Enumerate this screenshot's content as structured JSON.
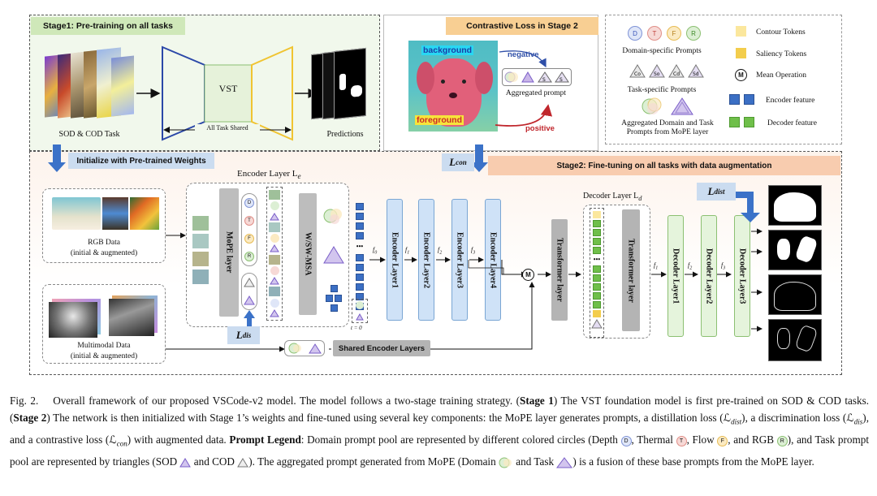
{
  "stage1": {
    "title": "Stage1: Pre-training on all tasks",
    "vst_label": "VST",
    "input_caption": "SOD & COD Task",
    "shared_label": "All Task Shared",
    "predictions_label": "Predictions"
  },
  "contrastive": {
    "title": "Contrastive Loss in Stage 2",
    "background_label": "background",
    "foreground_label": "foreground",
    "negative_label": "negative",
    "positive_label": "positive",
    "aggregated_label": "Aggregated prompt",
    "loss_con": "L",
    "loss_con_sub": "con"
  },
  "legend": {
    "domain_prompts": "Domain-specific Prompts",
    "task_prompts": "Task-specific Prompts",
    "aggregated": "Aggregated Domain and Task Prompts from MoPE layer",
    "contour_tokens": "Contour Tokens",
    "saliency_tokens": "Saliency Tokens",
    "mean_op": "Mean Operation",
    "encoder_feature": "Encoder feature",
    "decoder_feature": "Decoder feature",
    "domain_letters": [
      "D",
      "T",
      "F",
      "R"
    ],
    "task_letters": [
      "Co",
      "So",
      "Cd",
      "Sd"
    ],
    "mean_symbol": "M",
    "colors": {
      "depth": "#dfe6f8",
      "thermal": "#f7d9d6",
      "flow": "#fbeac2",
      "rgb": "#dcefd4",
      "contour": "#fbe79d",
      "saliency": "#f3cd4c"
    }
  },
  "stage2": {
    "init_label": "Initialize with Pre-trained Weights",
    "title": "Stage2: Fine-tuning on all tasks  with data augmentation",
    "encoder_layer_title": "Encoder Layer L",
    "encoder_layer_sub": "e",
    "decoder_layer_title": "Decoder Layer L",
    "decoder_layer_sub": "d",
    "rgb_caption_1": "RGB Data",
    "rgb_caption_2": "(initial & augmented)",
    "mm_caption_1": "Multimodal Data",
    "mm_caption_2": "(initial & augmented)",
    "mope_label": "MoPE layer",
    "wsw_label": "W/SW-MSA",
    "shared_encoder": "Shared Encoder Layers",
    "t0": "t = 0",
    "loss_dis": "L",
    "loss_dis_sub": "dis",
    "loss_dist": "L",
    "loss_dist_sub": "dist",
    "encoders": [
      "Encoder Layer1",
      "Encoder Layer2",
      "Encoder Layer3",
      "Encoder Layer4"
    ],
    "enc_feats": [
      "f",
      "f",
      "f",
      "f"
    ],
    "transformer": "Transformer layer",
    "decoders": [
      "Decoder Layer1",
      "Decoder Layer2",
      "Decoder Layer3"
    ],
    "mean_symbol": "M",
    "ellipsis": "•••"
  },
  "caption": {
    "fig": "Fig. 2.",
    "line1": "Overall framework of our proposed VSCode-v2 model. The model follows a two-stage training strategy. (",
    "s1": "Stage 1",
    "line1b": ") The VST foundation model is first pre-trained on SOD & COD tasks. (",
    "s2": "Stage 2",
    "line2": ") The network is then initialized with Stage 1’s weights and fine-tuned using several key components: the MoPE layer generates prompts, a distillation loss (ℒ",
    "dist": "dist",
    "p1": "), a discrimination loss (ℒ",
    "dis": "dis",
    "p2": "), and a contrastive loss (ℒ",
    "con": "con",
    "p3": ") with augmented data. ",
    "pl": "Prompt Legend",
    "p4": ": Domain prompt pool are represented by different colored circles (Depth ",
    "p5": ", Thermal ",
    "p6": ", Flow ",
    "p7": ", and RGB ",
    "p8": "), and Task prompt pool are represented by triangles (SOD ",
    "p9": " and COD ",
    "p10": "). The aggregated prompt generated from MoPE (Domain ",
    "p11": " and Task ",
    "p12": ") is a fusion of these base prompts from the MoPE layer."
  }
}
